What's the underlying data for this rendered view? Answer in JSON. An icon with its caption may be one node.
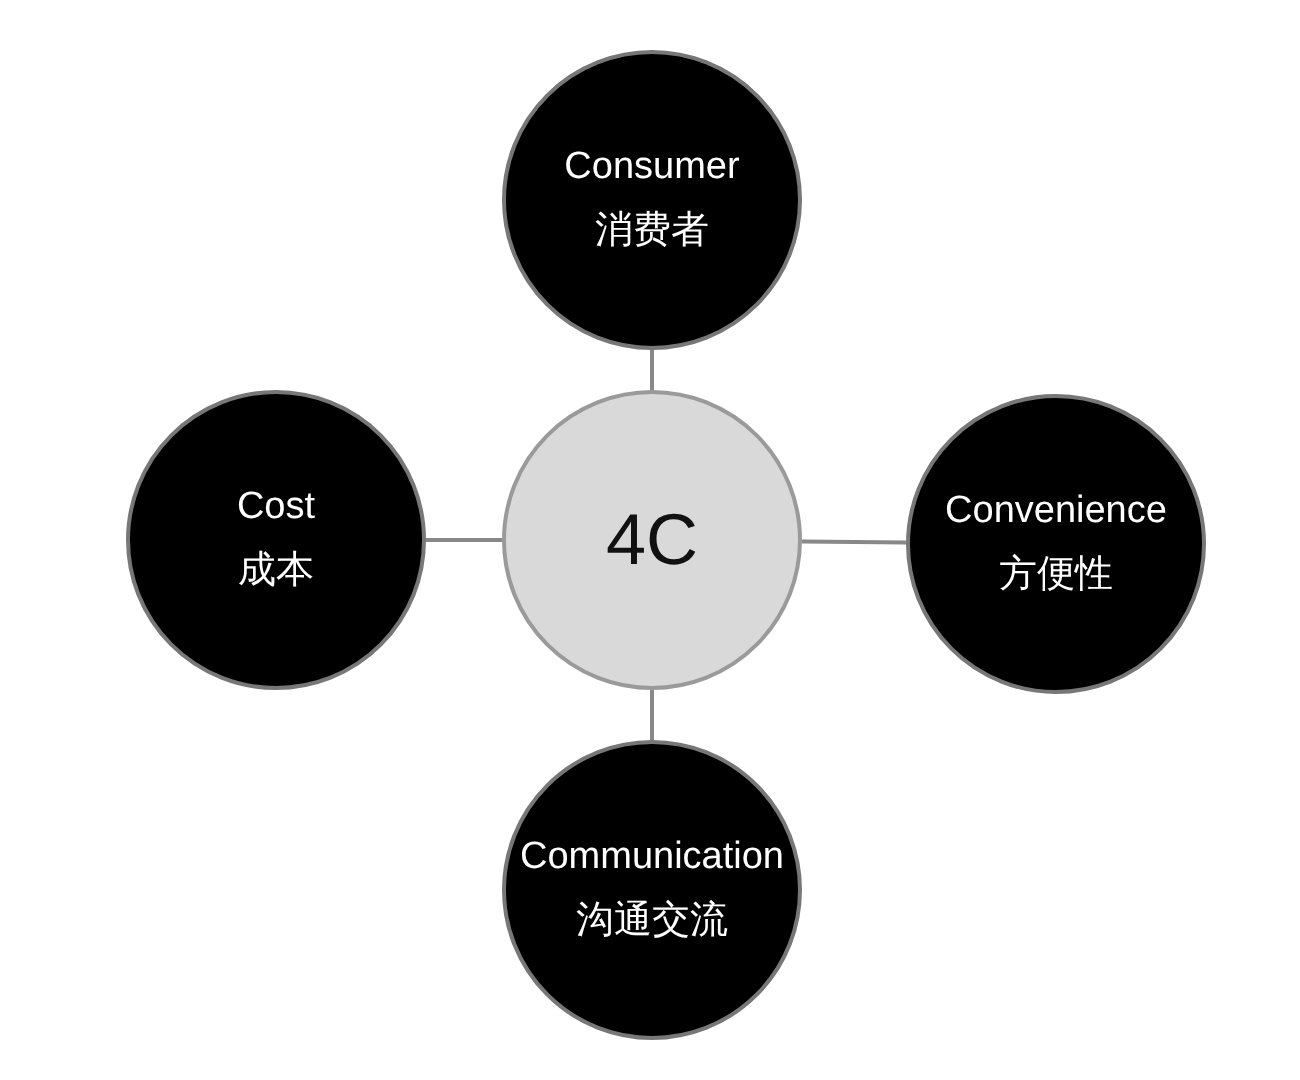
{
  "diagram": {
    "nodes": [
      {
        "text": [
          "4C"
        ]
      },
      {
        "text": [
          "Consumer",
          "消费者"
        ]
      },
      {
        "text": [
          "Cost",
          "成本"
        ]
      },
      {
        "text": [
          "Convenience",
          "方便性"
        ]
      },
      {
        "text": [
          "Communication",
          "沟通交流"
        ]
      }
    ],
    "edges": [
      {
        "from": 0,
        "to": 1,
        "arrow": "none"
      },
      {
        "from": 0,
        "to": 2,
        "arrow": "none"
      },
      {
        "from": 0,
        "to": 3,
        "arrow": "none"
      },
      {
        "from": 0,
        "to": 4,
        "arrow": "none"
      }
    ]
  }
}
